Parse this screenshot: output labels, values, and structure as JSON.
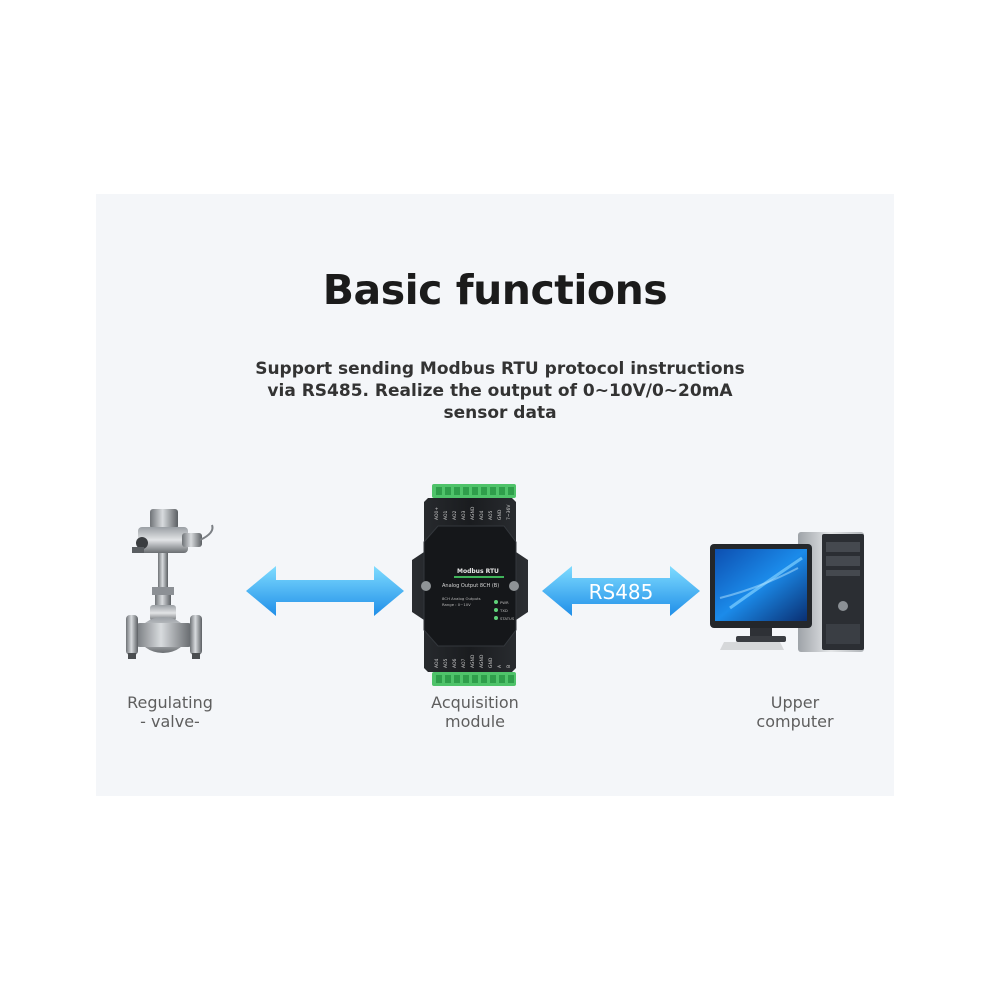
{
  "title": "Basic functions",
  "subtitle": {
    "line1": "Support sending Modbus RTU protocol instructions",
    "line2": "via RS485. Realize the output of 0~10V/0~20mA",
    "line3": "sensor data"
  },
  "nodes": {
    "valve": {
      "line1": "Regulating",
      "line2": "- valve-"
    },
    "module": {
      "line1": "Acquisition",
      "line2": "module",
      "device_title": "Modbus RTU",
      "device_subtitle": "Analog Output 8CH (B)",
      "device_info1": "8CH Analog Outputs",
      "device_info2": "Range : 0~10V",
      "leds": [
        "PWR",
        "TXD",
        "STATUS"
      ],
      "top_pins": [
        "AO0+",
        "AO1",
        "AO2",
        "AO3",
        "AGND",
        "AO4",
        "AO5",
        "GND",
        "7~36V"
      ],
      "bottom_pins": [
        "AO4",
        "AO5",
        "AO6",
        "AO7",
        "AGND",
        "AGND",
        "GND",
        "A",
        "B"
      ]
    },
    "computer": {
      "line1": "Upper",
      "line2": "computer"
    }
  },
  "connection": {
    "label": "RS485"
  },
  "colors": {
    "arrow_light": "#6fd3fb",
    "arrow_dark": "#1e8fe6",
    "terminal": "#4fc36a",
    "housing": "#1d1f22"
  },
  "icons": [
    "regulating-valve-icon",
    "acquisition-module-icon",
    "desktop-computer-icon",
    "bidirectional-arrow-icon"
  ]
}
